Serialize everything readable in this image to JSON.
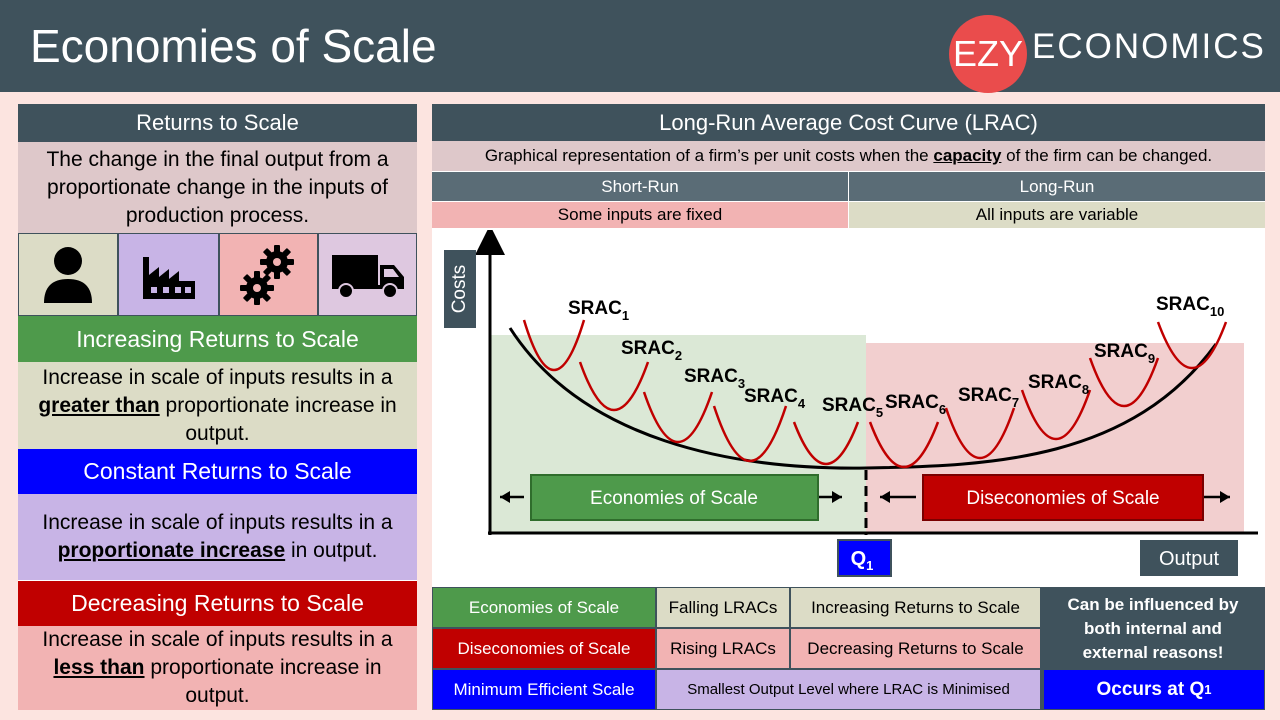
{
  "header": {
    "title": "Economies of Scale",
    "logo_left": "EZY",
    "logo_right": "ECONOMICS"
  },
  "left": {
    "returns_title": "Returns to Scale",
    "returns_desc": "The change in the final output from a proportionate change in the inputs of production process.",
    "icons": [
      "person-icon",
      "factory-icon",
      "gears-icon",
      "truck-icon"
    ],
    "increasing": {
      "title": "Increasing Returns to Scale",
      "pre": "Increase in scale of inputs results in a",
      "bold": "greater than",
      "post": "proportionate increase in output."
    },
    "constant": {
      "title": "Constant Returns to Scale",
      "pre": "Increase in scale of inputs results in a",
      "bold": "proportionate increase",
      "post": "in output."
    },
    "decreasing": {
      "title": "Decreasing Returns to Scale",
      "pre": "Increase in scale of inputs results in a",
      "bold": "less than",
      "post": "proportionate increase in output."
    }
  },
  "right": {
    "title": "Long-Run Average Cost Curve (LRAC)",
    "desc_pre": "Graphical representation of a firm’s per unit costs when the",
    "desc_bold": "capacity",
    "desc_post": "of the firm can be changed.",
    "short_run": "Short-Run",
    "long_run": "Long-Run",
    "short_desc": "Some inputs are fixed",
    "long_desc": "All inputs are variable"
  },
  "chart": {
    "y_label": "Costs",
    "x_label": "Output",
    "q_label": "Q",
    "q_sub": "1",
    "economies_label": "Economies of Scale",
    "diseconomies_label": "Diseconomies of Scale",
    "srac_labels": [
      {
        "base": "SRAC",
        "sub": "1"
      },
      {
        "base": "SRAC",
        "sub": "2"
      },
      {
        "base": "SRAC",
        "sub": "3"
      },
      {
        "base": "SRAC",
        "sub": "4"
      },
      {
        "base": "SRAC",
        "sub": "5"
      },
      {
        "base": "SRAC",
        "sub": "6"
      },
      {
        "base": "SRAC",
        "sub": "7"
      },
      {
        "base": "SRAC",
        "sub": "8"
      },
      {
        "base": "SRAC",
        "sub": "9"
      },
      {
        "base": "SRAC",
        "sub": "10"
      }
    ]
  },
  "summary": {
    "row1": [
      "Economies of Scale",
      "Falling LRACs",
      "Increasing Returns to Scale"
    ],
    "row2": [
      "Diseconomies of Scale",
      "Rising LRACs",
      "Decreasing Returns to Scale"
    ],
    "row3": [
      "Minimum Efficient Scale",
      "Smallest Output Level where LRAC is Minimised"
    ],
    "note": "Can be influenced by both internal and external reasons!",
    "occurs_pre": "Occurs at Q",
    "occurs_sub": "1"
  },
  "colors": {
    "header": "#3f525c",
    "red_logo": "#ea4c4c",
    "green": "#4e9a4b",
    "blue": "#0000ff",
    "dark_red": "#c00000",
    "curve_red": "#c00000"
  }
}
